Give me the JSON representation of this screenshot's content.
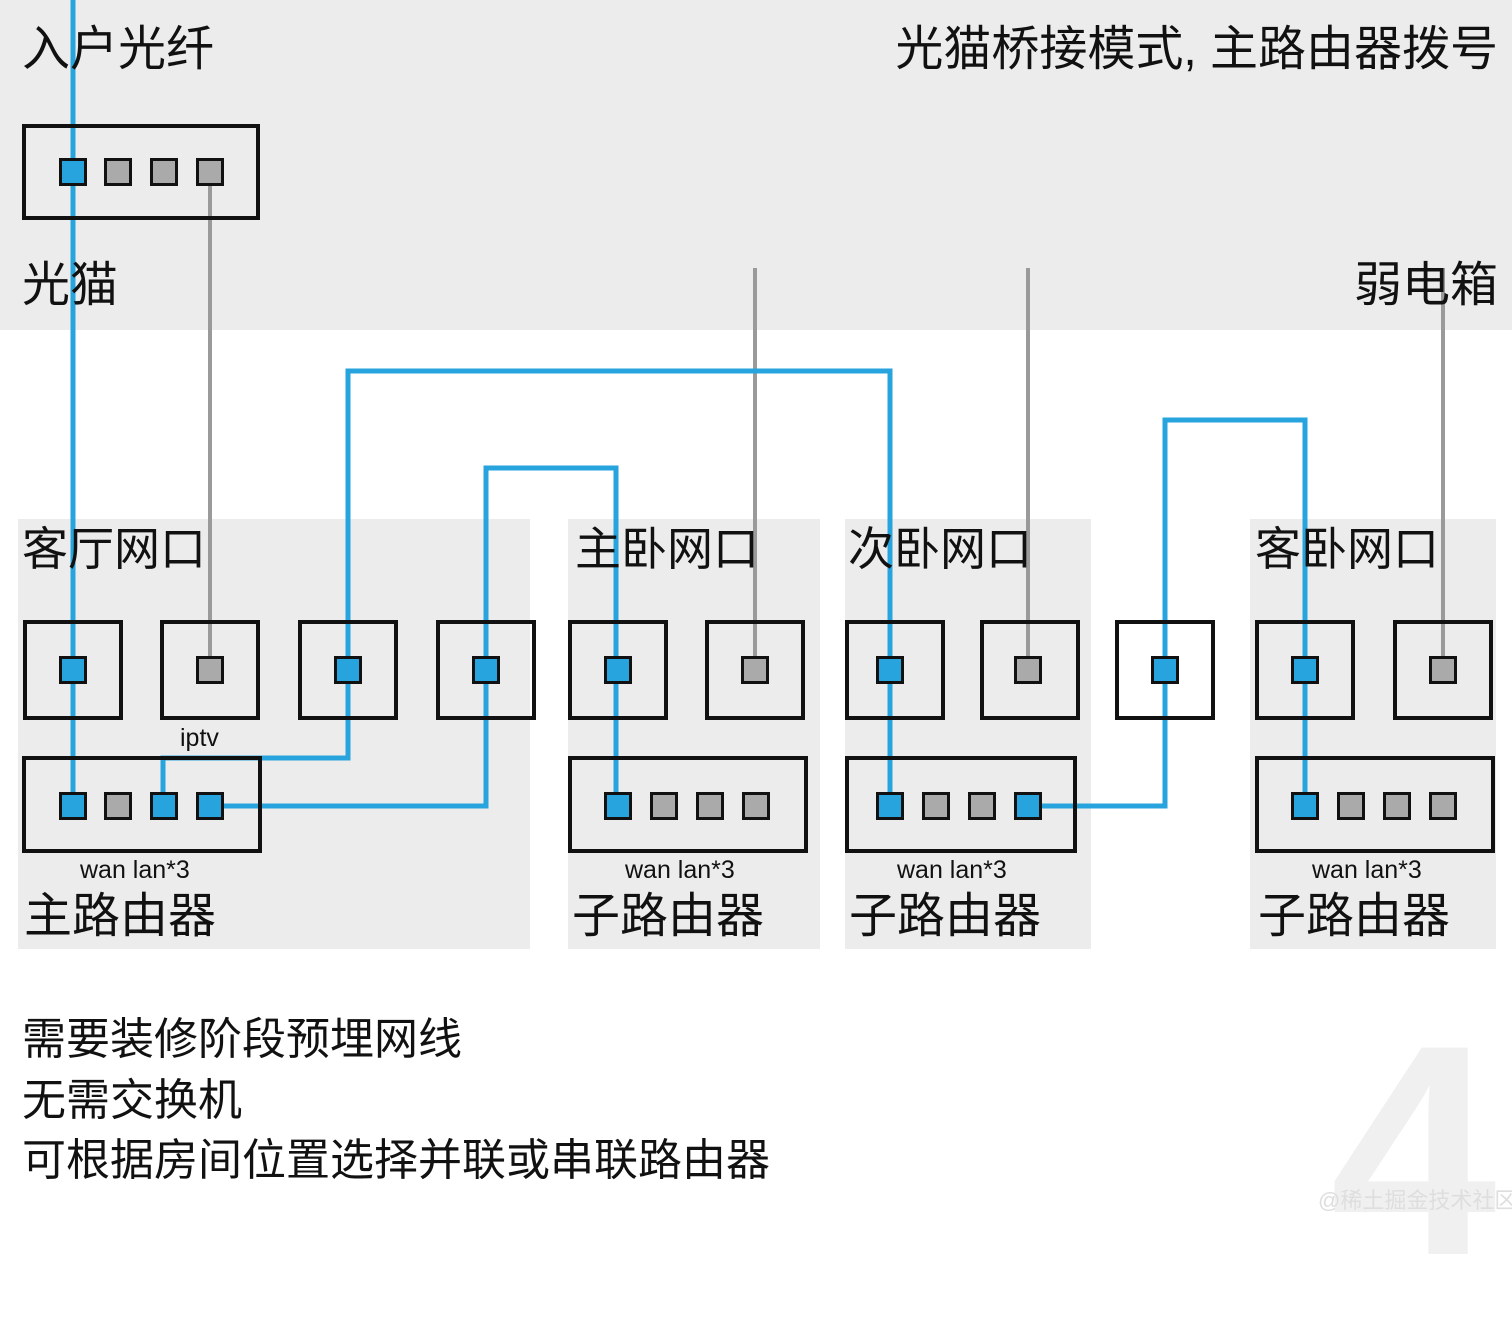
{
  "title_left": "入户光纤",
  "title_right": "光猫桥接模式, 主路由器拨号",
  "weakbox_label": "弱电箱",
  "modem": {
    "label": "光猫",
    "ports": [
      {
        "name": "pon-fiber-port",
        "color": "blue"
      },
      {
        "name": "lan-port-2",
        "color": "gray"
      },
      {
        "name": "lan-port-3",
        "color": "gray"
      },
      {
        "name": "iptv-port",
        "color": "gray"
      }
    ]
  },
  "rooms": [
    {
      "id": "living-room",
      "label": "客厅网口",
      "router_label": "主路由器",
      "router_ports_label": "wan lan*3",
      "wall_ports": [
        {
          "color": "blue",
          "caption": ""
        },
        {
          "color": "gray",
          "caption": "iptv"
        },
        {
          "color": "blue",
          "caption": ""
        },
        {
          "color": "blue",
          "caption": ""
        }
      ],
      "router_ports": [
        {
          "color": "blue",
          "role": "wan"
        },
        {
          "color": "gray",
          "role": "lan1"
        },
        {
          "color": "blue",
          "role": "lan2"
        },
        {
          "color": "blue",
          "role": "lan3"
        }
      ]
    },
    {
      "id": "master-bedroom",
      "label": "主卧网口",
      "router_label": "子路由器",
      "router_ports_label": "wan lan*3",
      "wall_ports": [
        {
          "color": "blue",
          "caption": ""
        },
        {
          "color": "gray",
          "caption": ""
        }
      ],
      "router_ports": [
        {
          "color": "blue",
          "role": "wan"
        },
        {
          "color": "gray",
          "role": "lan1"
        },
        {
          "color": "gray",
          "role": "lan2"
        },
        {
          "color": "gray",
          "role": "lan3"
        }
      ]
    },
    {
      "id": "second-bedroom",
      "label": "次卧网口",
      "router_label": "子路由器",
      "router_ports_label": "wan lan*3",
      "wall_ports": [
        {
          "color": "blue",
          "caption": ""
        },
        {
          "color": "gray",
          "caption": ""
        }
      ],
      "router_ports": [
        {
          "color": "blue",
          "role": "wan"
        },
        {
          "color": "gray",
          "role": "lan1"
        },
        {
          "color": "gray",
          "role": "lan2"
        },
        {
          "color": "blue",
          "role": "lan3"
        }
      ]
    },
    {
      "id": "guest-bedroom",
      "label": "客卧网口",
      "router_label": "子路由器",
      "router_ports_label": "wan lan*3",
      "wall_ports": [
        {
          "color": "blue",
          "caption": ""
        },
        {
          "color": "gray",
          "caption": ""
        }
      ],
      "router_ports": [
        {
          "color": "blue",
          "role": "wan"
        },
        {
          "color": "gray",
          "role": "lan1"
        },
        {
          "color": "gray",
          "role": "lan2"
        },
        {
          "color": "gray",
          "role": "lan3"
        }
      ]
    }
  ],
  "standalone_wall_port": {
    "color": "blue"
  },
  "notes": "需要装修阶段预埋网线\n无需交换机\n可根据房间位置选择并联或串联路由器",
  "watermark": {
    "digit": "4",
    "text": "@稀土掘金技术社区"
  },
  "colors": {
    "accent_blue": "#27a3dd",
    "gray_port": "#aaaaaa",
    "band": "#ececec",
    "outline": "#111111",
    "gray_cable": "#9a9a9a"
  }
}
